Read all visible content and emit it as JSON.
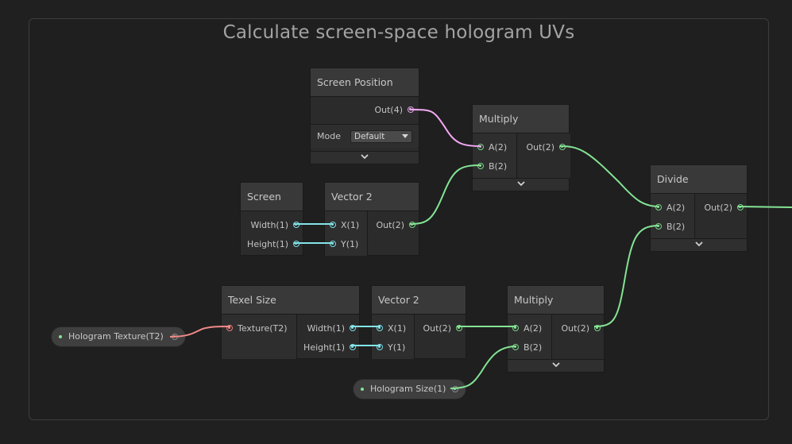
{
  "group": {
    "title": "Calculate screen-space hologram UVs"
  },
  "colors": {
    "vector": "#84e494",
    "float": "#84e4e7",
    "vector4": "#f3aaf5",
    "texture": "#f08a88"
  },
  "nodes": {
    "screen_position": {
      "title": "Screen Position",
      "out": "Out(4)",
      "mode_label": "Mode",
      "mode_value": "Default"
    },
    "multiply_top": {
      "title": "Multiply",
      "in_a": "A(2)",
      "in_b": "B(2)",
      "out": "Out(2)"
    },
    "screen": {
      "title": "Screen",
      "out_width": "Width(1)",
      "out_height": "Height(1)"
    },
    "vector2_top": {
      "title": "Vector 2",
      "in_x": "X(1)",
      "in_y": "Y(1)",
      "out": "Out(2)"
    },
    "divide": {
      "title": "Divide",
      "in_a": "A(2)",
      "in_b": "B(2)",
      "out": "Out(2)"
    },
    "texel_size": {
      "title": "Texel Size",
      "in_texture": "Texture(T2)",
      "out_width": "Width(1)",
      "out_height": "Height(1)"
    },
    "vector2_bottom": {
      "title": "Vector 2",
      "in_x": "X(1)",
      "in_y": "Y(1)",
      "out": "Out(2)"
    },
    "multiply_bottom": {
      "title": "Multiply",
      "in_a": "A(2)",
      "in_b": "B(2)",
      "out": "Out(2)"
    }
  },
  "properties": {
    "hologram_texture": {
      "label": "Hologram Texture(T2)"
    },
    "hologram_size": {
      "label": "Hologram Size(1)"
    }
  },
  "icons": {
    "expand": "chevron-down-icon",
    "dropdown": "caret-down-icon"
  }
}
